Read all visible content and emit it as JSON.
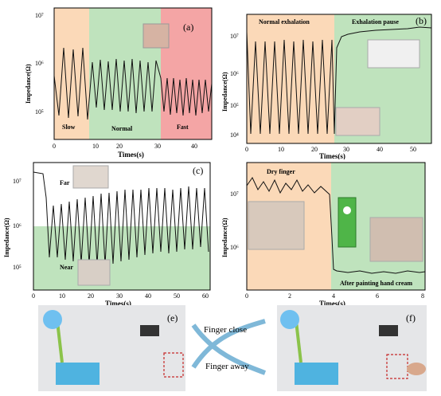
{
  "panels": {
    "a": {
      "tag": "(a)",
      "xlabel": "Times(s)",
      "ylabel": "Impedance(Ω)",
      "xticks": [
        "0",
        "10",
        "20",
        "30",
        "40"
      ],
      "yticks": [
        "10⁷",
        "10⁶",
        "10⁵"
      ],
      "zones": [
        "Slow",
        "Normal",
        "Fast"
      ],
      "zone_colors": [
        "#fbd9b8",
        "#bfe3bd",
        "#f4a5a5"
      ]
    },
    "b": {
      "tag": "(b)",
      "xlabel": "Times(s)",
      "ylabel": "Impedance(Ω)",
      "xticks": [
        "0",
        "10",
        "20",
        "30",
        "40",
        "50"
      ],
      "yticks": [
        "10⁷",
        "10⁶",
        "10⁵",
        "10⁴"
      ],
      "zones": [
        "Normal exhalation",
        "Exhalation pause"
      ],
      "zone_colors": [
        "#fbd9b8",
        "#bfe3bd"
      ]
    },
    "c": {
      "tag": "(c)",
      "xlabel": "Times(s)",
      "ylabel": "Impedance(Ω)",
      "xticks": [
        "0",
        "10",
        "20",
        "30",
        "40",
        "50",
        "60"
      ],
      "yticks": [
        "10⁷",
        "10⁶",
        "10⁵"
      ],
      "zones": [
        "Far",
        "Near"
      ],
      "zone_colors": [
        "#ffffff",
        "#bfe3bd"
      ]
    },
    "d": {
      "xlabel": "Times(s)",
      "ylabel": "Impedance(Ω)",
      "xticks": [
        "0",
        "2",
        "4",
        "6",
        "8"
      ],
      "yticks": [
        "10⁷",
        "10⁶"
      ],
      "zones": [
        "Dry finger",
        "After painting hand cream"
      ],
      "zone_colors": [
        "#fbd9b8",
        "#bfe3bd"
      ]
    },
    "e": {
      "tag": "(e)"
    },
    "f": {
      "tag": "(f)"
    },
    "arrows": {
      "close": "Finger close",
      "away": "Finger away"
    }
  },
  "colors": {
    "trace": "#111111",
    "arrow": "#7fb8d8"
  }
}
